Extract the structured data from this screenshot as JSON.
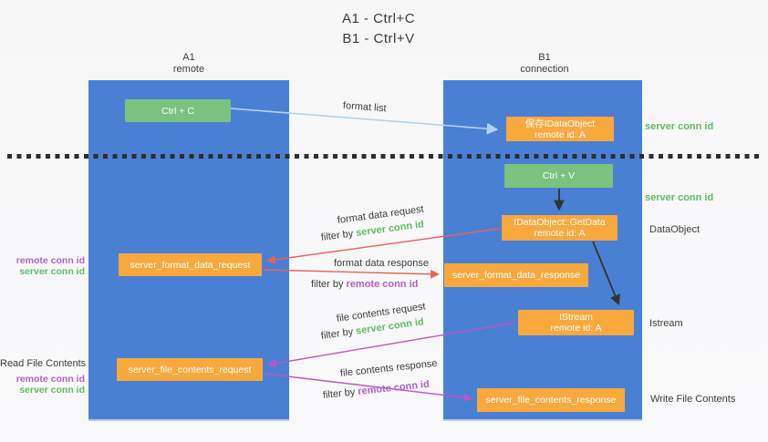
{
  "title": {
    "line1": "A1 - Ctrl+C",
    "line2": "B1 - Ctrl+V"
  },
  "lanes": {
    "a": {
      "name": "A1",
      "role": "remote"
    },
    "b": {
      "name": "B1",
      "role": "connection"
    }
  },
  "nodes": {
    "ctrl_c": {
      "label": "Ctrl + C"
    },
    "save_dataobject": {
      "line1": "保存IDataObject",
      "line2": "remote id: A"
    },
    "ctrl_v": {
      "label": "Ctrl + V"
    },
    "getdata": {
      "line1": "IDataObject::GetData",
      "line2": "remote id: A"
    },
    "format_request": {
      "label": "server_format_data_request"
    },
    "format_response": {
      "label": "server_format_data_response"
    },
    "istream": {
      "line1": "IStream",
      "line2": "remote id: A"
    },
    "file_request": {
      "label": "server_file_contents_request"
    },
    "file_response": {
      "label": "server_file_contents_response"
    }
  },
  "edge_labels": {
    "format_list": "format list",
    "format_data_request": "format data request",
    "format_data_response": "format data response",
    "file_contents_request": "file contents request",
    "file_contents_response": "file contents response",
    "filter_by": "filter by "
  },
  "conn_ids": {
    "server": "server conn id",
    "remote": "remote conn id"
  },
  "side_labels": {
    "dataobject": "DataObject",
    "istream": "Istream",
    "read_file_contents": "Read File Contents",
    "write_file_contents": "Write File Contents"
  },
  "colors": {
    "lane-blue": "#4a80d4",
    "box-green": "#79c280",
    "box-orange": "#f8a83d",
    "arrow-lightblue": "#aed3ef",
    "arrow-red": "#ec6157",
    "arrow-magenta": "#bf55c5",
    "arrow-black": "#333333",
    "text-green": "#5fbb66",
    "text-purple": "#b25fc6"
  }
}
